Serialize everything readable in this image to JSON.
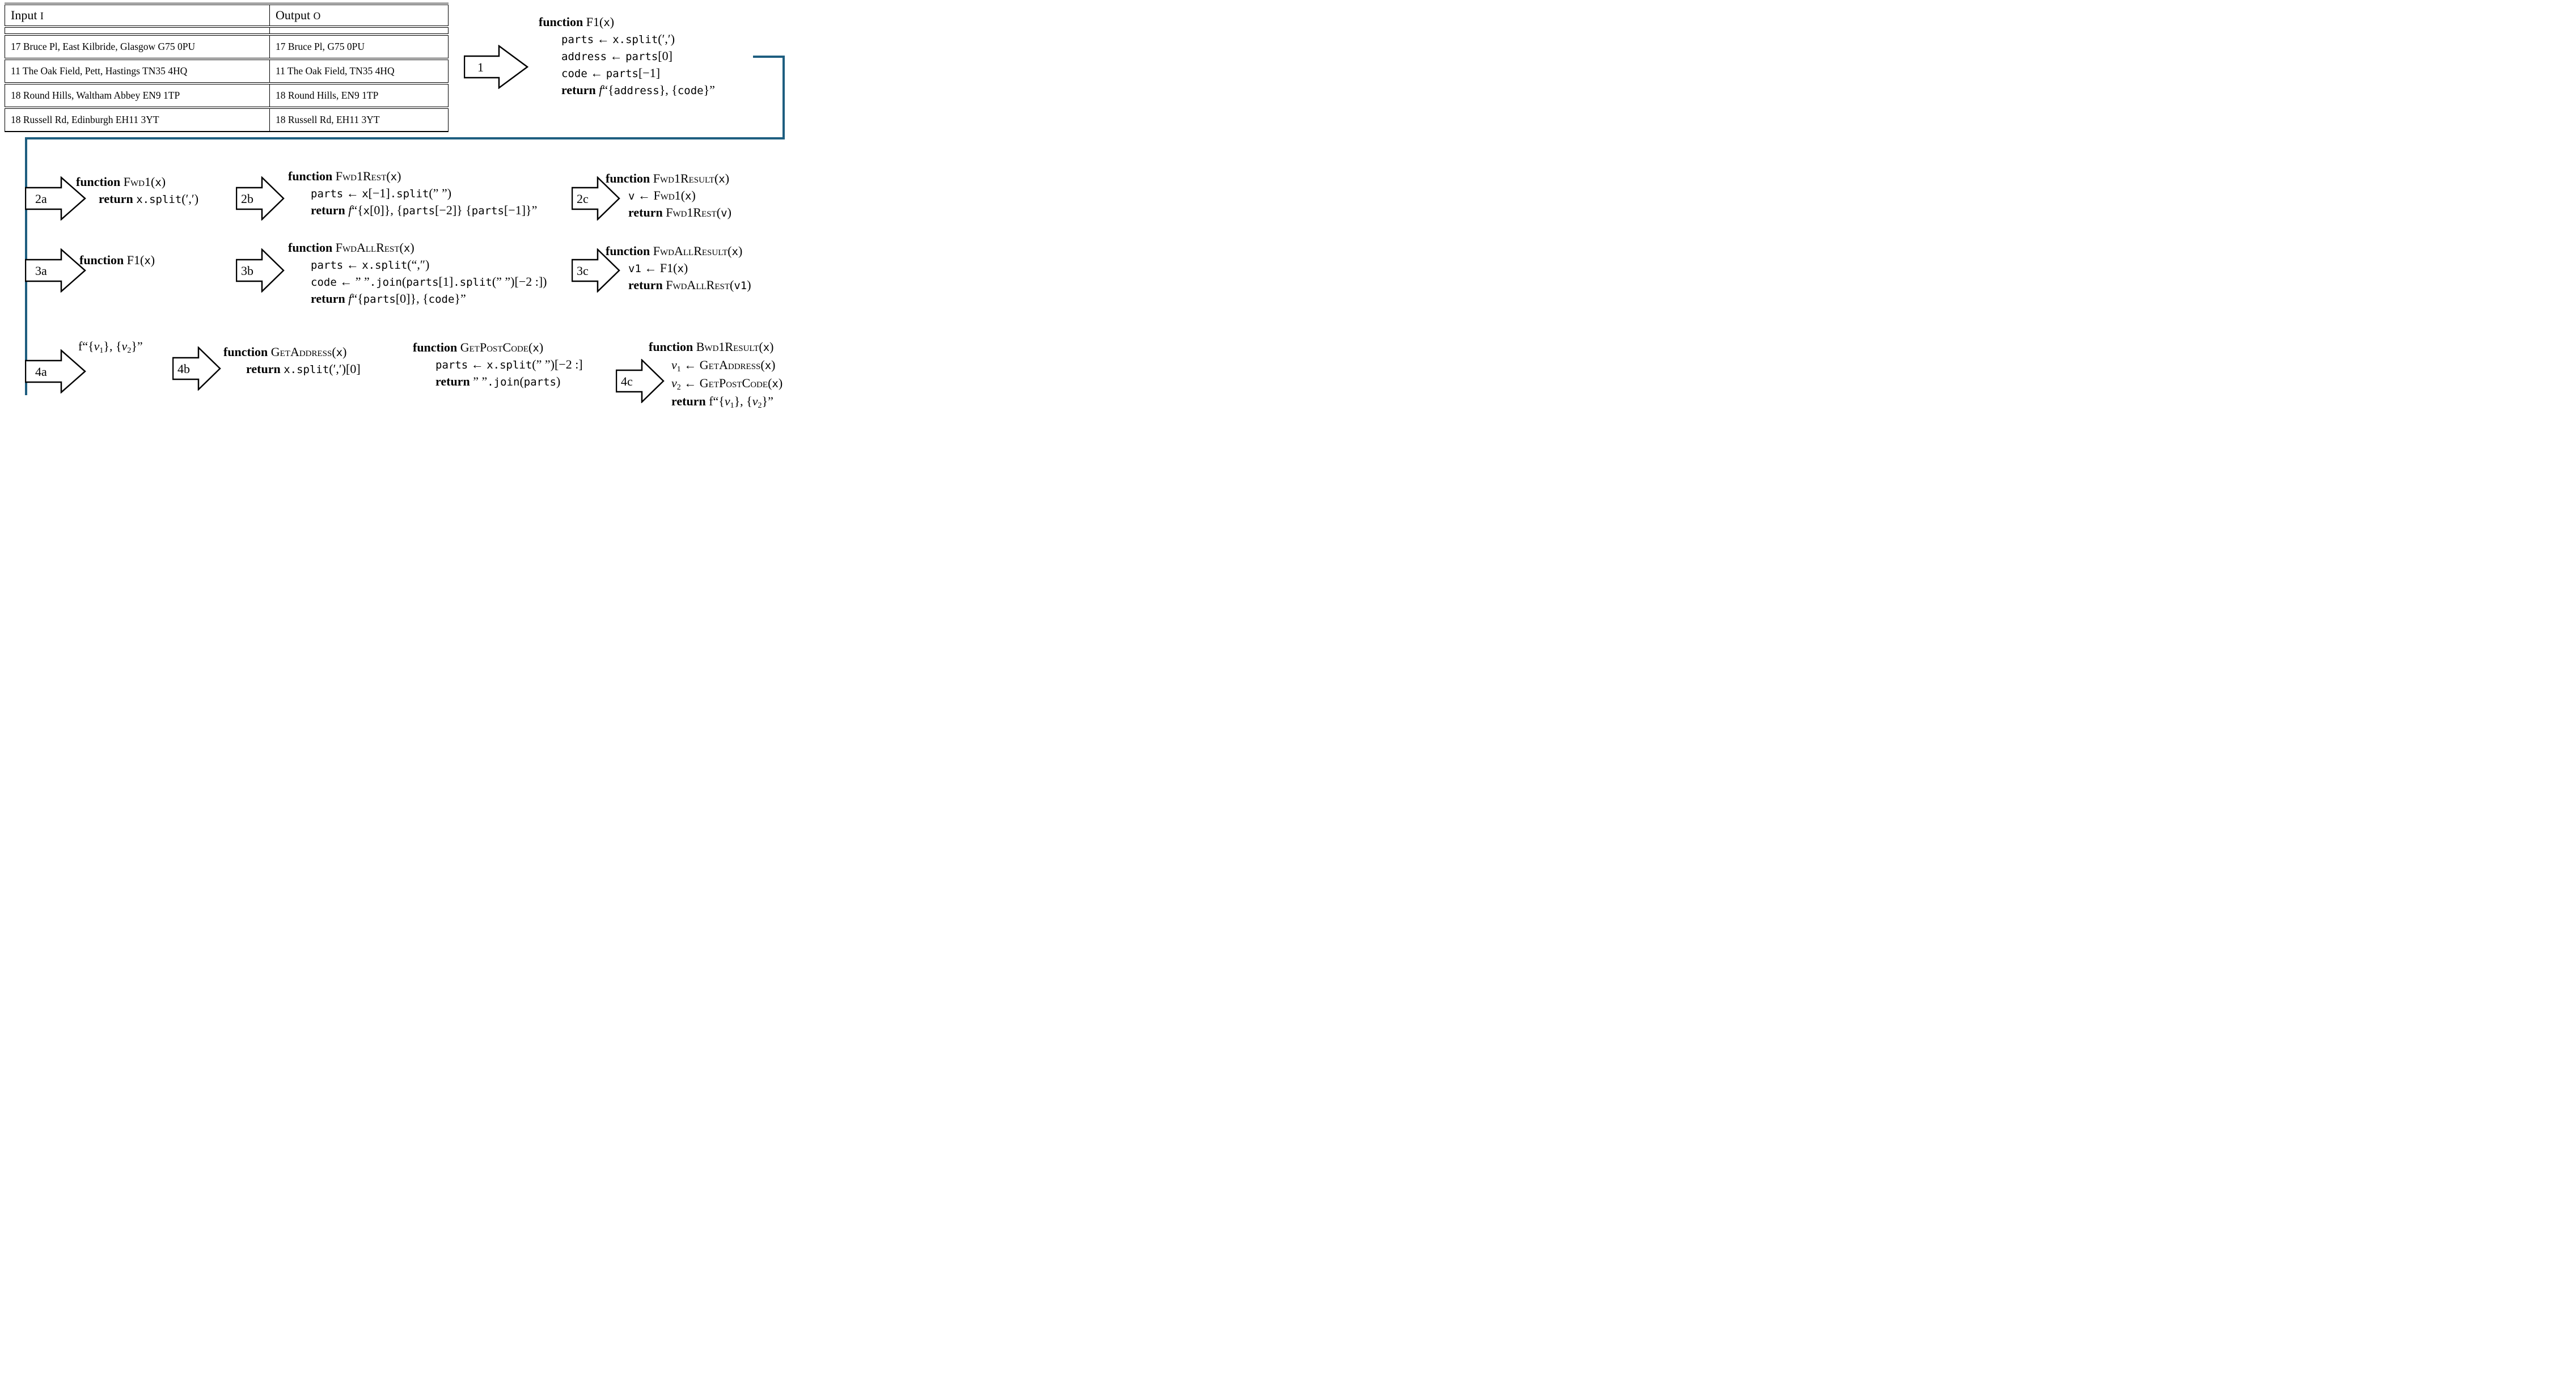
{
  "colors": {
    "connector": "#1e5e80",
    "ink": "#000000",
    "paper": "#ffffff"
  },
  "table": {
    "headers": [
      {
        "seg": [
          {
            "s": "rm",
            "t": "Input "
          },
          {
            "s": "mathvar",
            "t": "I"
          }
        ]
      },
      {
        "seg": [
          {
            "s": "rm",
            "t": "Output "
          },
          {
            "s": "mathvar",
            "t": "O"
          }
        ]
      }
    ],
    "rows": [
      [
        "17 Bruce Pl, East Kilbride, Glasgow G75 0PU",
        "17 Bruce Pl, G75 0PU"
      ],
      [
        "11 The Oak Field, Pett, Hastings TN35 4HQ",
        "11 The Oak Field, TN35 4HQ"
      ],
      [
        "18 Round Hills, Waltham Abbey EN9 1TP",
        "18 Round Hills, EN9 1TP"
      ],
      [
        "18 Russell Rd, Edinburgh EH11 3YT",
        "18 Russell Rd, EH11 3YT"
      ]
    ]
  },
  "arrows": {
    "n1": "1",
    "n2a": "2a",
    "n2b": "2b",
    "n2c": "2c",
    "n3a": "3a",
    "n3b": "3b",
    "n3c": "3c",
    "n4a": "4a",
    "n4b": "4b",
    "n4c": "4c"
  },
  "blocks": {
    "f1": {
      "lines": [
        {
          "i": 0,
          "seg": [
            {
              "s": "kw",
              "t": "function"
            },
            {
              "s": "rm",
              "t": " F1("
            },
            {
              "s": "tt",
              "t": "x"
            },
            {
              "s": "rm",
              "t": ")"
            }
          ]
        },
        {
          "i": 1,
          "seg": [
            {
              "s": "tt",
              "t": "parts"
            },
            {
              "s": "rm",
              "t": " ← "
            },
            {
              "s": "tt",
              "t": "x.split"
            },
            {
              "s": "rm",
              "t": "(′,′)"
            }
          ]
        },
        {
          "i": 1,
          "seg": [
            {
              "s": "tt",
              "t": "address"
            },
            {
              "s": "rm",
              "t": " ← "
            },
            {
              "s": "tt",
              "t": "parts"
            },
            {
              "s": "rm",
              "t": "[0]"
            }
          ]
        },
        {
          "i": 1,
          "seg": [
            {
              "s": "tt",
              "t": "code"
            },
            {
              "s": "rm",
              "t": " ← "
            },
            {
              "s": "tt",
              "t": "parts"
            },
            {
              "s": "rm",
              "t": "[−1]"
            }
          ]
        },
        {
          "i": 1,
          "seg": [
            {
              "s": "kw",
              "t": "return"
            },
            {
              "s": "rm",
              "t": " "
            },
            {
              "s": "it",
              "t": "f"
            },
            {
              "s": "rm",
              "t": "“{"
            },
            {
              "s": "tt",
              "t": "address"
            },
            {
              "s": "rm",
              "t": "}, {"
            },
            {
              "s": "tt",
              "t": "code"
            },
            {
              "s": "rm",
              "t": "}”"
            }
          ]
        }
      ]
    },
    "fwd1": {
      "lines": [
        {
          "i": 0,
          "seg": [
            {
              "s": "kw",
              "t": "function"
            },
            {
              "s": "rm",
              "t": " "
            },
            {
              "s": "sc",
              "t": "Fwd1"
            },
            {
              "s": "rm",
              "t": "("
            },
            {
              "s": "tt",
              "t": "x"
            },
            {
              "s": "rm",
              "t": ")"
            }
          ]
        },
        {
          "i": 1,
          "seg": [
            {
              "s": "kw",
              "t": "return"
            },
            {
              "s": "rm",
              "t": " "
            },
            {
              "s": "tt",
              "t": "x.split"
            },
            {
              "s": "rm",
              "t": "(′,′)"
            }
          ]
        }
      ]
    },
    "fwd1rest": {
      "lines": [
        {
          "i": 0,
          "seg": [
            {
              "s": "kw",
              "t": "function"
            },
            {
              "s": "rm",
              "t": " "
            },
            {
              "s": "sc",
              "t": "Fwd1Rest"
            },
            {
              "s": "rm",
              "t": "("
            },
            {
              "s": "tt",
              "t": "x"
            },
            {
              "s": "rm",
              "t": ")"
            }
          ]
        },
        {
          "i": 1,
          "seg": [
            {
              "s": "tt",
              "t": "parts"
            },
            {
              "s": "rm",
              "t": " ← "
            },
            {
              "s": "tt",
              "t": "x"
            },
            {
              "s": "rm",
              "t": "[−1]"
            },
            {
              "s": "tt",
              "t": ".split"
            },
            {
              "s": "rm",
              "t": "(” ”)"
            }
          ]
        },
        {
          "i": 1,
          "seg": [
            {
              "s": "kw",
              "t": "return"
            },
            {
              "s": "rm",
              "t": " "
            },
            {
              "s": "it",
              "t": "f"
            },
            {
              "s": "rm",
              "t": "“{"
            },
            {
              "s": "tt",
              "t": "x"
            },
            {
              "s": "rm",
              "t": "[0]}, {"
            },
            {
              "s": "tt",
              "t": "parts"
            },
            {
              "s": "rm",
              "t": "[−2]} {"
            },
            {
              "s": "tt",
              "t": "parts"
            },
            {
              "s": "rm",
              "t": "[−1]}”"
            }
          ]
        }
      ]
    },
    "fwd1result": {
      "lines": [
        {
          "i": 0,
          "seg": [
            {
              "s": "kw",
              "t": "function"
            },
            {
              "s": "rm",
              "t": " "
            },
            {
              "s": "sc",
              "t": "Fwd1Result"
            },
            {
              "s": "rm",
              "t": "("
            },
            {
              "s": "tt",
              "t": "x"
            },
            {
              "s": "rm",
              "t": ")"
            }
          ]
        },
        {
          "i": 1,
          "seg": [
            {
              "s": "tt",
              "t": "v"
            },
            {
              "s": "rm",
              "t": " ← "
            },
            {
              "s": "sc",
              "t": "Fwd1"
            },
            {
              "s": "rm",
              "t": "("
            },
            {
              "s": "tt",
              "t": "x"
            },
            {
              "s": "rm",
              "t": ")"
            }
          ]
        },
        {
          "i": 1,
          "seg": [
            {
              "s": "kw",
              "t": "return"
            },
            {
              "s": "rm",
              "t": " "
            },
            {
              "s": "sc",
              "t": "Fwd1Rest"
            },
            {
              "s": "rm",
              "t": "("
            },
            {
              "s": "tt",
              "t": "v"
            },
            {
              "s": "rm",
              "t": ")"
            }
          ]
        }
      ]
    },
    "f1sig": {
      "lines": [
        {
          "i": 0,
          "seg": [
            {
              "s": "kw",
              "t": "function"
            },
            {
              "s": "rm",
              "t": " F1("
            },
            {
              "s": "tt",
              "t": "x"
            },
            {
              "s": "rm",
              "t": ")"
            }
          ]
        }
      ]
    },
    "fwdallrest": {
      "lines": [
        {
          "i": 0,
          "seg": [
            {
              "s": "kw",
              "t": "function"
            },
            {
              "s": "rm",
              "t": " "
            },
            {
              "s": "sc",
              "t": "FwdAllRest"
            },
            {
              "s": "rm",
              "t": "("
            },
            {
              "s": "tt",
              "t": "x"
            },
            {
              "s": "rm",
              "t": ")"
            }
          ]
        },
        {
          "i": 1,
          "seg": [
            {
              "s": "tt",
              "t": "parts"
            },
            {
              "s": "rm",
              "t": " ← "
            },
            {
              "s": "tt",
              "t": "x.split"
            },
            {
              "s": "rm",
              "t": "(“,″)"
            }
          ]
        },
        {
          "i": 1,
          "seg": [
            {
              "s": "tt",
              "t": "code"
            },
            {
              "s": "rm",
              "t": " ← ” ”"
            },
            {
              "s": "tt",
              "t": ".join"
            },
            {
              "s": "rm",
              "t": "("
            },
            {
              "s": "tt",
              "t": "parts"
            },
            {
              "s": "rm",
              "t": "[1]"
            },
            {
              "s": "tt",
              "t": ".split"
            },
            {
              "s": "rm",
              "t": "(” ”)[−2 :])"
            }
          ]
        },
        {
          "i": 1,
          "seg": [
            {
              "s": "kw",
              "t": "return"
            },
            {
              "s": "rm",
              "t": " "
            },
            {
              "s": "it",
              "t": "f"
            },
            {
              "s": "rm",
              "t": "“{"
            },
            {
              "s": "tt",
              "t": "parts"
            },
            {
              "s": "rm",
              "t": "[0]}, {"
            },
            {
              "s": "tt",
              "t": "code"
            },
            {
              "s": "rm",
              "t": "}”"
            }
          ]
        }
      ]
    },
    "fwdallresult": {
      "lines": [
        {
          "i": 0,
          "seg": [
            {
              "s": "kw",
              "t": "function"
            },
            {
              "s": "rm",
              "t": " "
            },
            {
              "s": "sc",
              "t": "FwdAllResult"
            },
            {
              "s": "rm",
              "t": "("
            },
            {
              "s": "tt",
              "t": "x"
            },
            {
              "s": "rm",
              "t": ")"
            }
          ]
        },
        {
          "i": 1,
          "seg": [
            {
              "s": "tt",
              "t": "v1"
            },
            {
              "s": "rm",
              "t": " ← F1("
            },
            {
              "s": "tt",
              "t": "x"
            },
            {
              "s": "rm",
              "t": ")"
            }
          ]
        },
        {
          "i": 1,
          "seg": [
            {
              "s": "kw",
              "t": "return"
            },
            {
              "s": "rm",
              "t": " "
            },
            {
              "s": "sc",
              "t": "FwdAllRest"
            },
            {
              "s": "rm",
              "t": "("
            },
            {
              "s": "tt",
              "t": "v1"
            },
            {
              "s": "rm",
              "t": ")"
            }
          ]
        }
      ]
    },
    "fstr4a": {
      "lines": [
        {
          "i": 0,
          "seg": [
            {
              "s": "rm",
              "t": "f“{"
            },
            {
              "s": "it",
              "t": "v"
            },
            {
              "s": "sub",
              "t": "1"
            },
            {
              "s": "rm",
              "t": "}, {"
            },
            {
              "s": "it",
              "t": "v"
            },
            {
              "s": "sub",
              "t": "2"
            },
            {
              "s": "rm",
              "t": "}”"
            }
          ]
        }
      ]
    },
    "getaddress": {
      "lines": [
        {
          "i": 0,
          "seg": [
            {
              "s": "kw",
              "t": "function"
            },
            {
              "s": "rm",
              "t": " "
            },
            {
              "s": "sc",
              "t": "GetAddress"
            },
            {
              "s": "rm",
              "t": "("
            },
            {
              "s": "tt",
              "t": "x"
            },
            {
              "s": "rm",
              "t": ")"
            }
          ]
        },
        {
          "i": 1,
          "seg": [
            {
              "s": "kw",
              "t": "return"
            },
            {
              "s": "rm",
              "t": " "
            },
            {
              "s": "tt",
              "t": "x.split"
            },
            {
              "s": "rm",
              "t": "(′,′)[0]"
            }
          ]
        }
      ]
    },
    "getpostcode": {
      "lines": [
        {
          "i": 0,
          "seg": [
            {
              "s": "kw",
              "t": "function"
            },
            {
              "s": "rm",
              "t": " "
            },
            {
              "s": "sc",
              "t": "GetPostCode"
            },
            {
              "s": "rm",
              "t": "("
            },
            {
              "s": "tt",
              "t": "x"
            },
            {
              "s": "rm",
              "t": ")"
            }
          ]
        },
        {
          "i": 1,
          "seg": [
            {
              "s": "tt",
              "t": "parts"
            },
            {
              "s": "rm",
              "t": " ← "
            },
            {
              "s": "tt",
              "t": "x.split"
            },
            {
              "s": "rm",
              "t": "(” ”)[−2 :]"
            }
          ]
        },
        {
          "i": 1,
          "seg": [
            {
              "s": "kw",
              "t": "return"
            },
            {
              "s": "rm",
              "t": " ” ”"
            },
            {
              "s": "tt",
              "t": ".join"
            },
            {
              "s": "rm",
              "t": "("
            },
            {
              "s": "tt",
              "t": "parts"
            },
            {
              "s": "rm",
              "t": ")"
            }
          ]
        }
      ]
    },
    "bwd1result": {
      "lines": [
        {
          "i": 0,
          "seg": [
            {
              "s": "kw",
              "t": "function"
            },
            {
              "s": "rm",
              "t": " "
            },
            {
              "s": "sc",
              "t": "Bwd1Result"
            },
            {
              "s": "rm",
              "t": "("
            },
            {
              "s": "tt",
              "t": "x"
            },
            {
              "s": "rm",
              "t": ")"
            }
          ]
        },
        {
          "i": 1,
          "seg": [
            {
              "s": "it",
              "t": "v"
            },
            {
              "s": "sub",
              "t": "1"
            },
            {
              "s": "rm",
              "t": " ← "
            },
            {
              "s": "sc",
              "t": "GetAddress"
            },
            {
              "s": "rm",
              "t": "("
            },
            {
              "s": "tt",
              "t": "x"
            },
            {
              "s": "rm",
              "t": ")"
            }
          ]
        },
        {
          "i": 1,
          "seg": [
            {
              "s": "it",
              "t": "v"
            },
            {
              "s": "sub",
              "t": "2"
            },
            {
              "s": "rm",
              "t": " ← "
            },
            {
              "s": "sc",
              "t": "GetPostCode"
            },
            {
              "s": "rm",
              "t": "("
            },
            {
              "s": "tt",
              "t": "x"
            },
            {
              "s": "rm",
              "t": ")"
            }
          ]
        },
        {
          "i": 1,
          "seg": [
            {
              "s": "kw",
              "t": "return"
            },
            {
              "s": "rm",
              "t": " f“{"
            },
            {
              "s": "it",
              "t": "v"
            },
            {
              "s": "sub",
              "t": "1"
            },
            {
              "s": "rm",
              "t": "}, {"
            },
            {
              "s": "it",
              "t": "v"
            },
            {
              "s": "sub",
              "t": "2"
            },
            {
              "s": "rm",
              "t": "}”"
            }
          ]
        }
      ]
    }
  }
}
